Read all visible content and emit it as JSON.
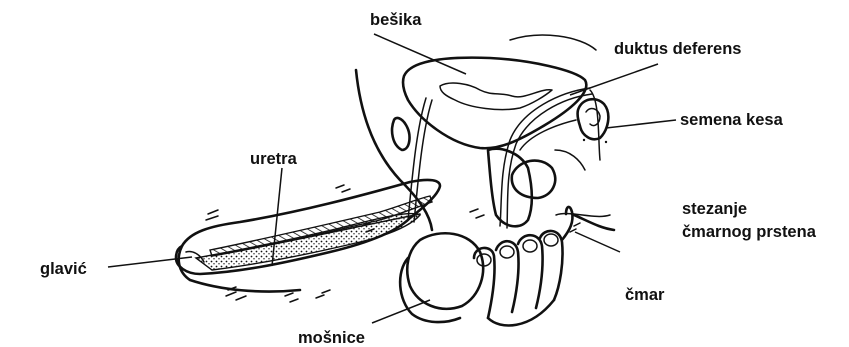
{
  "diagram": {
    "labels": {
      "bladder": "bešika",
      "vas_deferens": "duktus deferens",
      "seminal_vesicle": "semena kesa",
      "urethra": "uretra",
      "anal_sphincter_line1": "stezanje",
      "anal_sphincter_line2": "čmarnog prstena",
      "glans": "glavić",
      "anus": "čmar",
      "scrotum": "mošnice"
    }
  }
}
